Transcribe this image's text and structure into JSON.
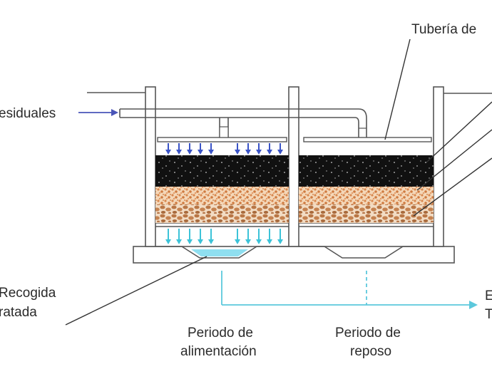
{
  "labels": {
    "pipe_top": "Tubería de",
    "inlet": "esiduales",
    "collection_line1": "Recogida",
    "collection_line2": "ratada",
    "feeding_line1": "Periodo de",
    "feeding_line2": "alimentación",
    "rest_line1": "Periodo de",
    "rest_line2": "reposo",
    "right_line1": "E",
    "right_line2": "T"
  },
  "colors": {
    "outline": "#555555",
    "inflow_arrow": "#4a55b8",
    "down_arrow": "#3a53c6",
    "outflow_arrow": "#3cc3d8",
    "outflow_line": "#5cc8dc",
    "water": "#8fdff0",
    "dark_layer": "#111111",
    "orange_sand": "#d89565",
    "gravel": "#c98c5a",
    "leader_line": "#333333"
  }
}
